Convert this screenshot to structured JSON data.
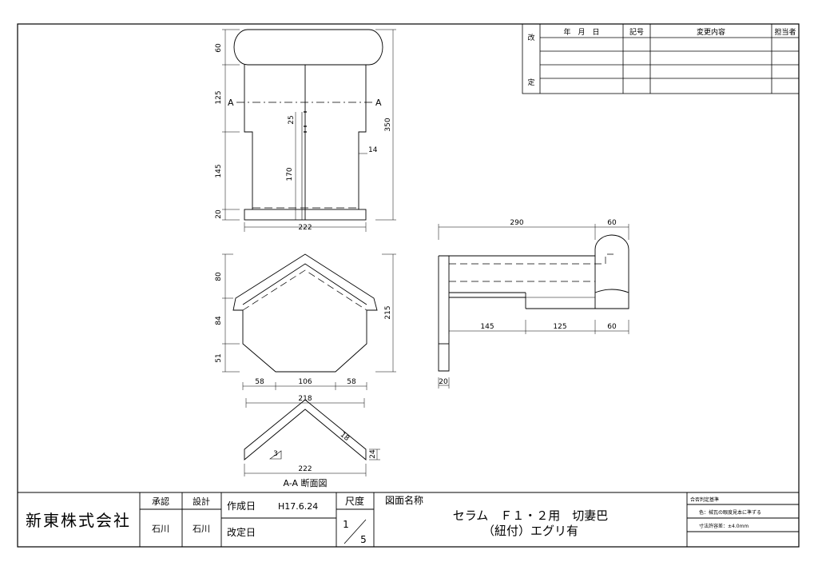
{
  "revision_table": {
    "kai": "改",
    "tei": "定",
    "headers": [
      "年　月　日",
      "記号",
      "変更内容",
      "担当者"
    ]
  },
  "dims_front": {
    "d60": "60",
    "d125": "125",
    "d145": "145",
    "d20": "20",
    "d25": "25",
    "d170": "170",
    "d350": "350",
    "d14": "14",
    "d222": "222",
    "sec_a_left": "A",
    "sec_a_right": "A"
  },
  "dims_plan": {
    "d80": "80",
    "d84": "84",
    "d51": "51",
    "d215": "215",
    "d58a": "58",
    "d106": "106",
    "d58b": "58"
  },
  "dims_section": {
    "d218": "218",
    "d18": "18",
    "d24": "24",
    "d222": "222",
    "slope": "3",
    "caption": "A-A 断面図"
  },
  "dims_side": {
    "d290": "290",
    "d60top": "60",
    "d145": "145",
    "d125": "125",
    "d60bot": "60",
    "d20": "20"
  },
  "title_block": {
    "company": "新東株式会社",
    "approve_label": "承認",
    "design_label": "設計",
    "approver": "石川",
    "designer": "石川",
    "created_label": "作成日",
    "created_date": "H17.6.24",
    "revised_label": "改定日",
    "scale_label": "尺度",
    "scale_num": "1",
    "scale_den": "5",
    "drawing_name_label": "図面名称",
    "drawing_title_1": "セラム　Ｆ１・２用　切妻巴",
    "drawing_title_2": "（紐付）エグリ有",
    "criteria_title": "合否判定基準",
    "criteria_color": "色：械瓦の眼度見本に準ずる",
    "criteria_tol": "寸法許容差：±4.0mm"
  }
}
